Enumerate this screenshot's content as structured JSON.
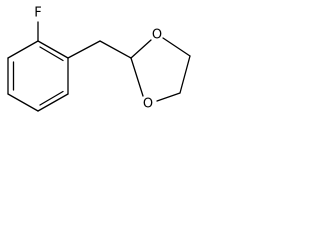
{
  "molecule": {
    "atoms": {
      "fluorine": "F",
      "oxygen_top": "O",
      "oxygen_bottom": "O"
    }
  }
}
